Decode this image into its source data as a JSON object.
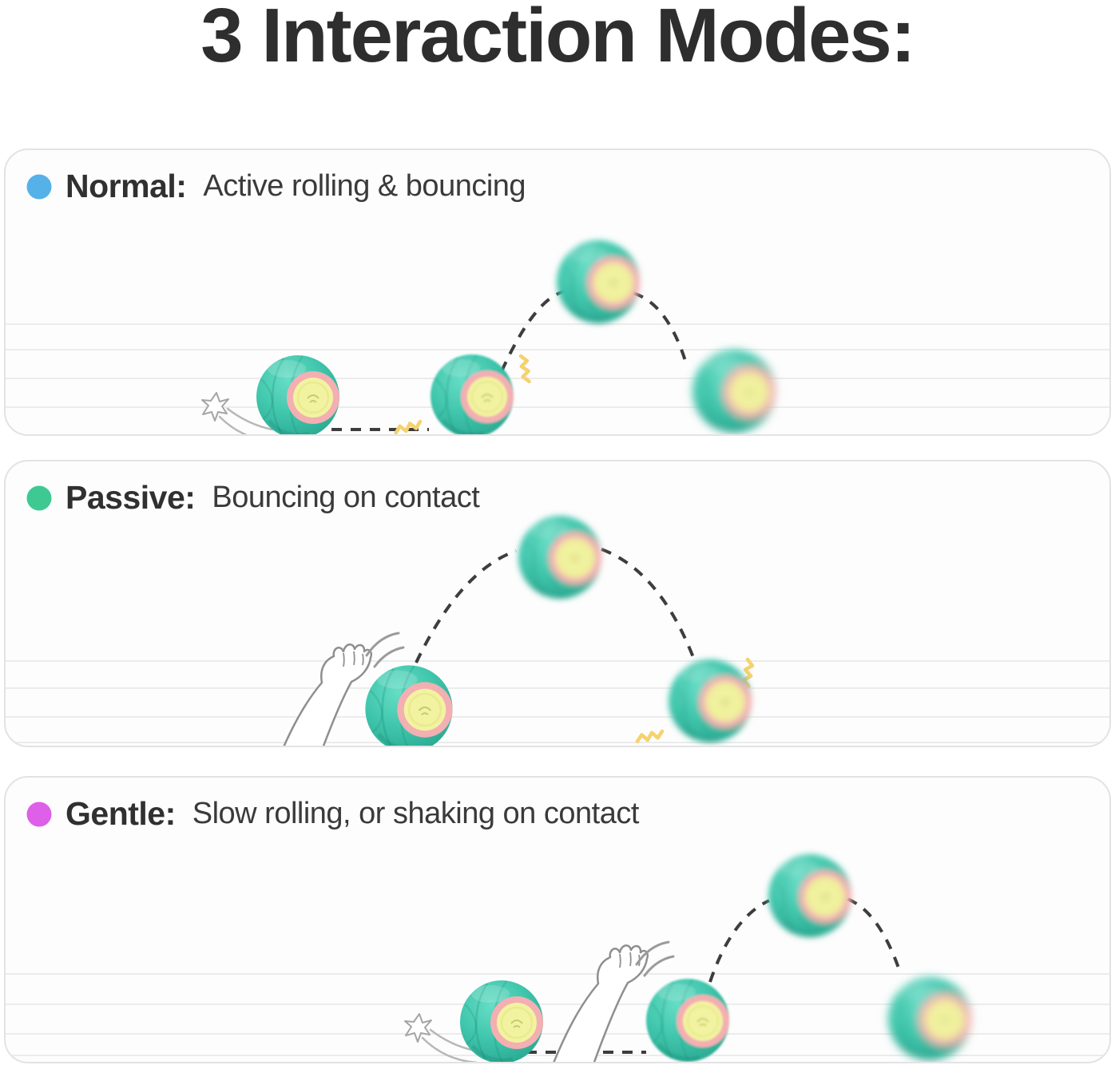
{
  "title": "3 Interaction Modes:",
  "modes": [
    {
      "label": "Normal:",
      "description": "Active rolling & bouncing",
      "dot_color": "#56b1e8"
    },
    {
      "label": "Passive:",
      "description": "Bouncing on contact",
      "dot_color": "#3ec993"
    },
    {
      "label": "Gentle:",
      "description": "Slow rolling, or shaking on contact",
      "dot_color": "#de5fe8"
    }
  ],
  "colors": {
    "ball_teal": "#41c7ad",
    "ball_window_ring": "#f3afb2",
    "ball_window_center": "#f2f3a0",
    "trajectory_dash": "#3d3d3d",
    "impact_squiggle": "#f5d26e",
    "panel_border": "#e3e3e3",
    "title_text": "#2e2e2e"
  }
}
